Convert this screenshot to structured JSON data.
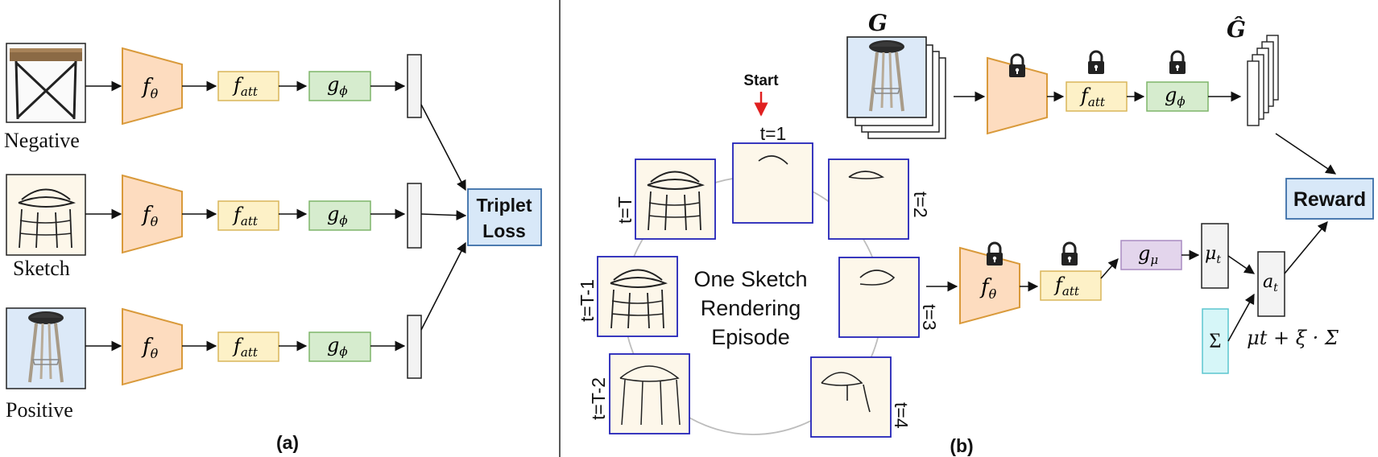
{
  "colors": {
    "encoder_fill": "#fddcbf",
    "encoder_stroke": "#d99a3b",
    "fatt_fill": "#fdf1c7",
    "fatt_stroke": "#d9b65a",
    "g_fill": "#d6ecce",
    "g_stroke": "#7fb56a",
    "gmu_fill": "#e3d5ec",
    "gmu_stroke": "#a98bc2",
    "loss_fill": "#d8e8f8",
    "loss_stroke": "#3b6ea8",
    "sigma_fill": "#d6f6f8",
    "sigma_stroke": "#5cc6cf",
    "frame_stroke": "#2222b8",
    "frame_fill": "#fdf7ea",
    "start_arrow": "#e02020"
  },
  "panel_a": {
    "caption": "(a)",
    "rows": [
      {
        "label": "Negative",
        "encoder": "f",
        "encoder_sub": "θ",
        "attention": "f",
        "attention_sub": "att",
        "head": "g",
        "head_sub": "ϕ"
      },
      {
        "label": "Sketch",
        "encoder": "f",
        "encoder_sub": "θ",
        "attention": "f",
        "attention_sub": "att",
        "head": "g",
        "head_sub": "ϕ"
      },
      {
        "label": "Positive",
        "encoder": "f",
        "encoder_sub": "θ",
        "attention": "f",
        "attention_sub": "att",
        "head": "g",
        "head_sub": "ϕ"
      }
    ],
    "loss_line1": "Triplet",
    "loss_line2": "Loss"
  },
  "panel_b": {
    "caption": "(b)",
    "gallery_label": "G",
    "gallery_hat_label": "Ĝ",
    "start_label": "Start",
    "episode_line1": "One Sketch",
    "episode_line2": "Rendering",
    "episode_line3": "Episode",
    "timesteps": [
      "t=1",
      "t=2",
      "t=3",
      "t=4",
      "t=T-2",
      "t=T-1",
      "t=T"
    ],
    "top_attention": "f",
    "top_attention_sub": "att",
    "top_head": "g",
    "top_head_sub": "ϕ",
    "bottom_encoder": "f",
    "bottom_encoder_sub": "θ",
    "bottom_attention": "f",
    "bottom_attention_sub": "att",
    "policy": "g",
    "policy_sub": "μ",
    "mu": "μ",
    "mu_sub": "t",
    "sigma": "Σ",
    "action": "a",
    "action_sub": "t",
    "reward": "Reward",
    "formula": "μt + ξ · Σ"
  },
  "icons": [
    "lock-icon",
    "stool-photo",
    "table-photo",
    "stool-sketch"
  ]
}
